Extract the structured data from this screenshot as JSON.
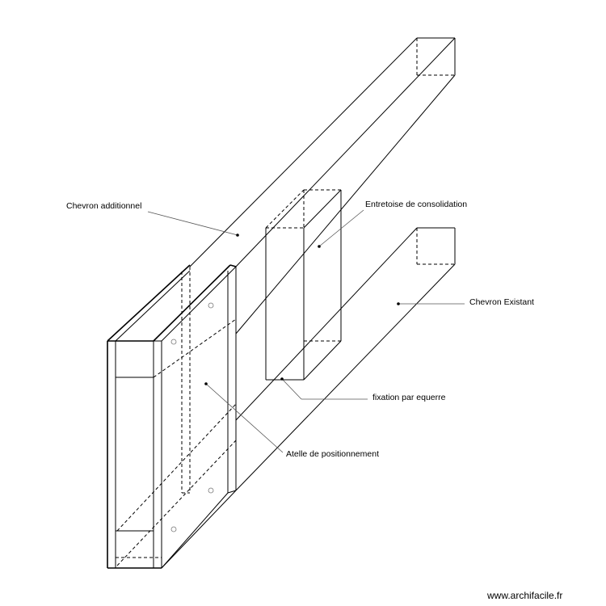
{
  "drawing": {
    "labels": {
      "chevron_additionnel": "Chevron additionnel",
      "entretoise": "Entretoise de consolidation",
      "chevron_existant": "Chevron Existant",
      "fixation": "fixation par equerre",
      "atelle": "Atelle de positionnement"
    },
    "watermark": "www.archifacile.fr",
    "line_color": "#000000",
    "background": "#ffffff"
  }
}
